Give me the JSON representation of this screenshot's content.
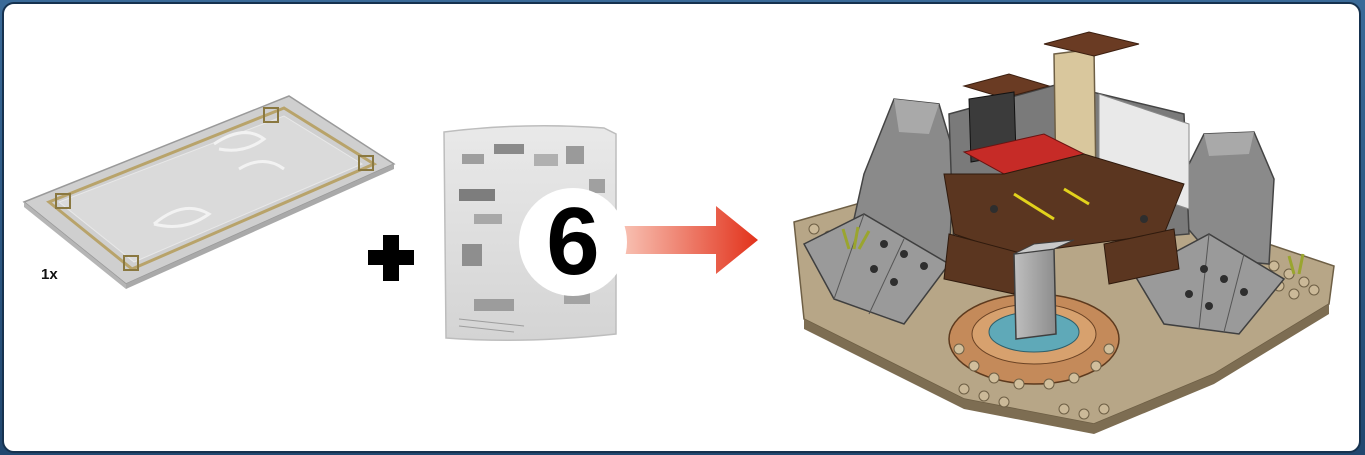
{
  "step": {
    "quantity_label": "1x",
    "bag_number": "6"
  },
  "icons": {
    "mat": "printed-mat-icon",
    "plus": "plus-icon",
    "bag": "parts-bag-icon",
    "arrow": "arrow-right-icon",
    "model": "completed-model-illustration"
  },
  "colors": {
    "frame": "#2f5a87",
    "panel": "#ffffff",
    "arrow_start": "#fbd5c8",
    "arrow_end": "#e2321b"
  }
}
